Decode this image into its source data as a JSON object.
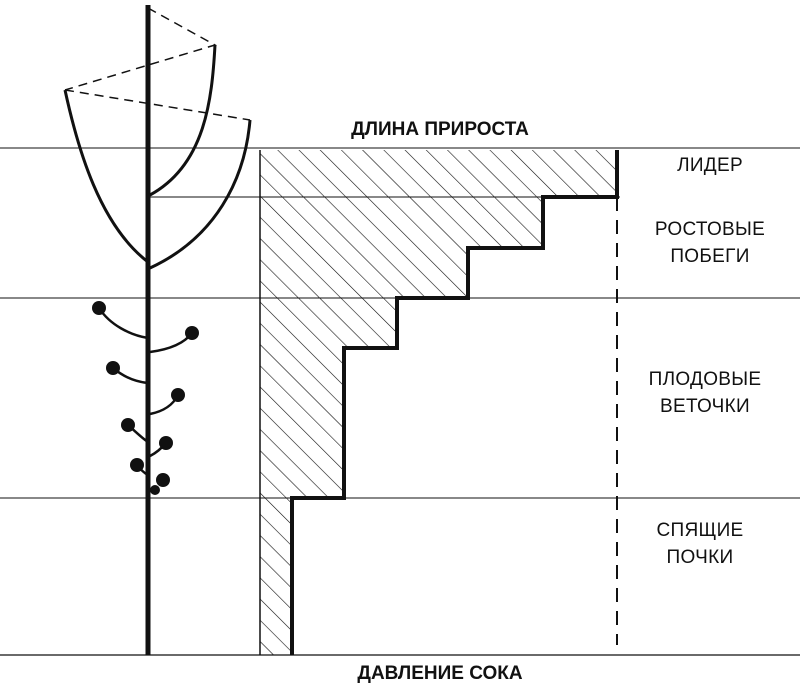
{
  "title_top": "ДЛИНА ПРИРОСТА",
  "title_bottom": "ДАВЛЕНИЕ СОКА",
  "zones": [
    {
      "line1": "ЛИДЕР",
      "line2": ""
    },
    {
      "line1": "РОСТОВЫЕ",
      "line2": "ПОБЕГИ"
    },
    {
      "line1": "ПЛОДОВЫЕ",
      "line2": "ВЕТОЧКИ"
    },
    {
      "line1": "СПЯЩИЕ",
      "line2": "ПОЧКИ"
    }
  ],
  "colors": {
    "ink": "#111111",
    "background": "#ffffff"
  }
}
